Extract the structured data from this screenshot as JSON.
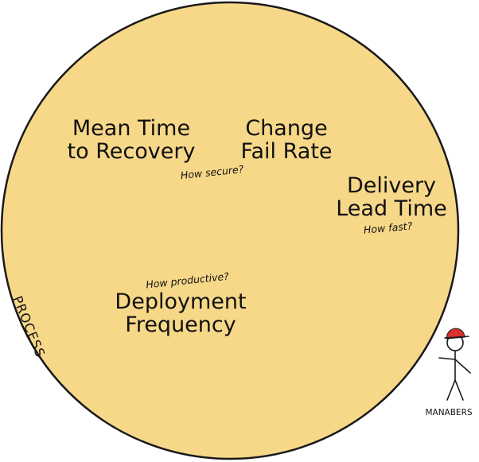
{
  "colors": {
    "circle_fill": "#f7d889",
    "circle_stroke": "#1a1a1a",
    "cap": "#d9312b",
    "ink": "#111111"
  },
  "metrics": {
    "mttr": {
      "line1": "Mean Time",
      "line2": "to Recovery"
    },
    "cfr": {
      "line1": "Change",
      "line2": "Fail Rate"
    },
    "lead_time": {
      "line1": "Delivery",
      "line2": "Lead Time"
    },
    "deploy_freq": {
      "line1": "Deployment",
      "line2": "Frequency"
    }
  },
  "notes": {
    "secure": "How secure?",
    "fast": "How fast?",
    "productive": "How productive?"
  },
  "labels": {
    "process": "PROCESS",
    "managers": "MANABERS"
  },
  "icons": {
    "figure": "stick-figure-icon",
    "cap": "cap-icon"
  }
}
